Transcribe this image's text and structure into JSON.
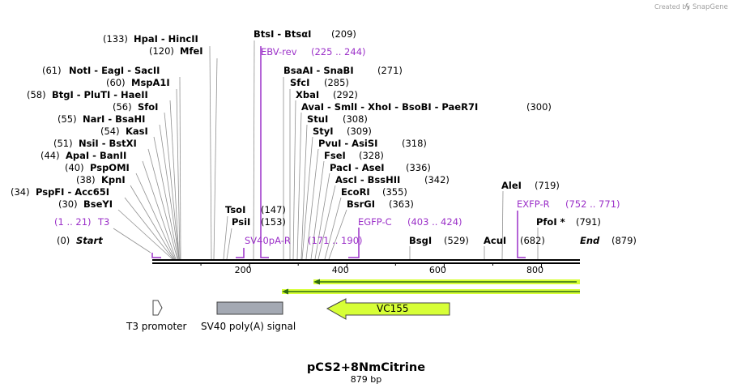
{
  "watermark": {
    "created_by": "Created by",
    "brand": "SnapGene"
  },
  "plasmid": {
    "name": "pCS2+8NmCitrine",
    "length_label": "879 bp",
    "length_bp": 879
  },
  "colors": {
    "primer": "#9b30c8",
    "feature_green": "#d7ff37",
    "feature_gray": "#a4a9b3",
    "dark_green": "#2f6b10",
    "ink": "#000000",
    "connector": "#909090"
  },
  "ruler": {
    "ticks": [
      {
        "label": "200",
        "pos": 200
      },
      {
        "label": "400",
        "pos": 400
      },
      {
        "label": "600",
        "pos": 600
      },
      {
        "label": "800",
        "pos": 800
      }
    ]
  },
  "left_sites": [
    {
      "num": "(133)",
      "text": "HpaI  -  HincII",
      "pos": 133
    },
    {
      "num": "(120)",
      "text": "MfeI",
      "pos": 120
    },
    {
      "num": "(61)",
      "text": "NotI  -  EagI  -  SacII",
      "pos": 61
    },
    {
      "num": "(60)",
      "text": "MspA1I",
      "pos": 60
    },
    {
      "num": "(58)",
      "text": "BtgI  -  PluTI  -  HaeII",
      "pos": 58
    },
    {
      "num": "(56)",
      "text": "SfoI",
      "pos": 56
    },
    {
      "num": "(55)",
      "text": "NarI  -  BsaHI",
      "pos": 55
    },
    {
      "num": "(54)",
      "text": "KasI",
      "pos": 54
    },
    {
      "num": "(51)",
      "text": "NsiI  -  BstXI",
      "pos": 51
    },
    {
      "num": "(44)",
      "text": "ApaI  -  BanII",
      "pos": 44
    },
    {
      "num": "(40)",
      "text": "PspOMI",
      "pos": 40
    },
    {
      "num": "(38)",
      "text": "KpnI",
      "pos": 38
    },
    {
      "num": "(34)",
      "text": "PspFI  -  Acc65I",
      "pos": 34
    },
    {
      "num": "(30)",
      "text": "BseYI",
      "pos": 30
    }
  ],
  "right_sites": [
    {
      "text": "BtsI  -  BtsαI",
      "num": "(209)",
      "pos": 209
    },
    {
      "text": "BsaAI  -  SnaBI",
      "num": "(271)",
      "pos": 271
    },
    {
      "text": "SfcI",
      "num": "(285)",
      "pos": 285
    },
    {
      "text": "XbaI",
      "num": "(292)",
      "pos": 292
    },
    {
      "text": "AvaI  -  SmlI  -  XhoI  -  BsoBI  -  PaeR7I",
      "num": "(300)",
      "pos": 300
    },
    {
      "text": "StuI",
      "num": "(308)",
      "pos": 308
    },
    {
      "text": "StyI",
      "num": "(309)",
      "pos": 309
    },
    {
      "text": "PvuI  -  AsiSI",
      "num": "(318)",
      "pos": 318
    },
    {
      "text": "FseI",
      "num": "(328)",
      "pos": 328
    },
    {
      "text": "PacI  -  AseI",
      "num": "(336)",
      "pos": 336
    },
    {
      "text": "AscI  -  BssHII",
      "num": "(342)",
      "pos": 342
    },
    {
      "text": "EcoRI",
      "num": "(355)",
      "pos": 355
    },
    {
      "text": "BsrGI",
      "num": "(363)",
      "pos": 363
    }
  ],
  "near_sites": [
    {
      "text": "TsoI",
      "num": "(147)",
      "pos": 147
    },
    {
      "text": "PsiI",
      "num": "(153)",
      "pos": 153
    },
    {
      "text": "BsgI",
      "num": "(529)",
      "pos": 529
    },
    {
      "text": "AcuI",
      "num": "(682)",
      "pos": 682
    },
    {
      "text": "AleI",
      "num": "(719)",
      "pos": 719
    },
    {
      "text": "PfoI *",
      "num": "(791)",
      "pos": 791
    }
  ],
  "primers": [
    {
      "name": "T3",
      "range": "(1 .. 21)"
    },
    {
      "name": "EBV-rev",
      "range": "(225 .. 244)"
    },
    {
      "name": "SV40pA-R",
      "range": "(171 .. 190)"
    },
    {
      "name": "EGFP-C",
      "range": "(403 .. 424)"
    },
    {
      "name": "EXFP-R",
      "range": "(752 .. 771)"
    }
  ],
  "ends": {
    "start_label": "Start",
    "start_num": "(0)",
    "end_label": "End",
    "end_num": "(879)"
  },
  "features": [
    {
      "name": "T3 promoter",
      "type": "promoter"
    },
    {
      "name": "SV40 poly(A) signal",
      "type": "polyA"
    },
    {
      "name": "VC155",
      "type": "cds"
    }
  ]
}
